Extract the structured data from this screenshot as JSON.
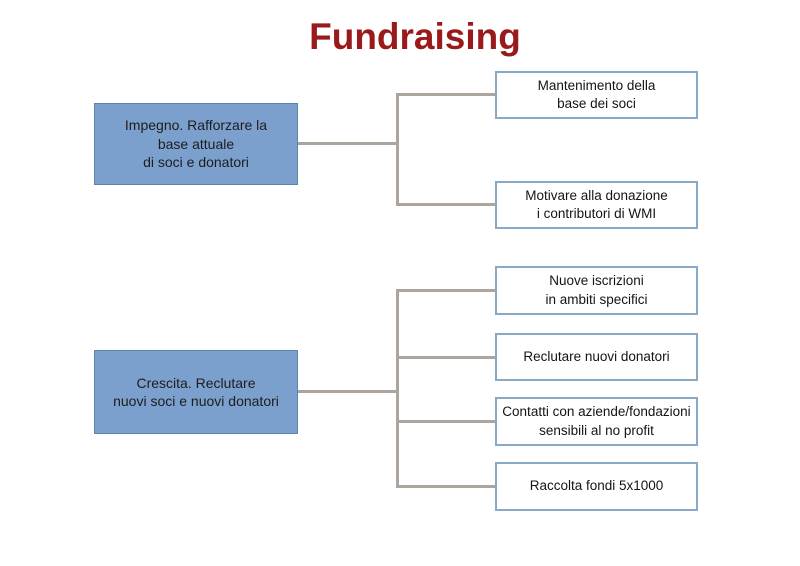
{
  "title": "Fundraising",
  "colors": {
    "title_text": "#9A1A1C",
    "parent_fill": "#7BA0CD",
    "parent_border": "#5E84AE",
    "parent_text": "#1d1d1d",
    "child_fill": "#ffffff",
    "child_border": "#88AAC7",
    "child_text": "#141414",
    "connector": "#ABA59E"
  },
  "diagram": {
    "groups": [
      {
        "parent": {
          "label": "Impegno. Rafforzare la\nbase attuale\ndi soci e donatori"
        },
        "children": [
          {
            "label": "Mantenimento della\nbase dei soci"
          },
          {
            "label": "Motivare alla donazione\ni contributori di WMI"
          }
        ]
      },
      {
        "parent": {
          "label": "Crescita. Reclutare\nnuovi soci e nuovi donatori"
        },
        "children": [
          {
            "label": "Nuove iscrizioni\nin ambiti specifici"
          },
          {
            "label": "Reclutare nuovi donatori"
          },
          {
            "label": "Contatti con aziende/fondazioni\nsensibili al no profit"
          },
          {
            "label": "Raccolta fondi 5x1000"
          }
        ]
      }
    ]
  }
}
